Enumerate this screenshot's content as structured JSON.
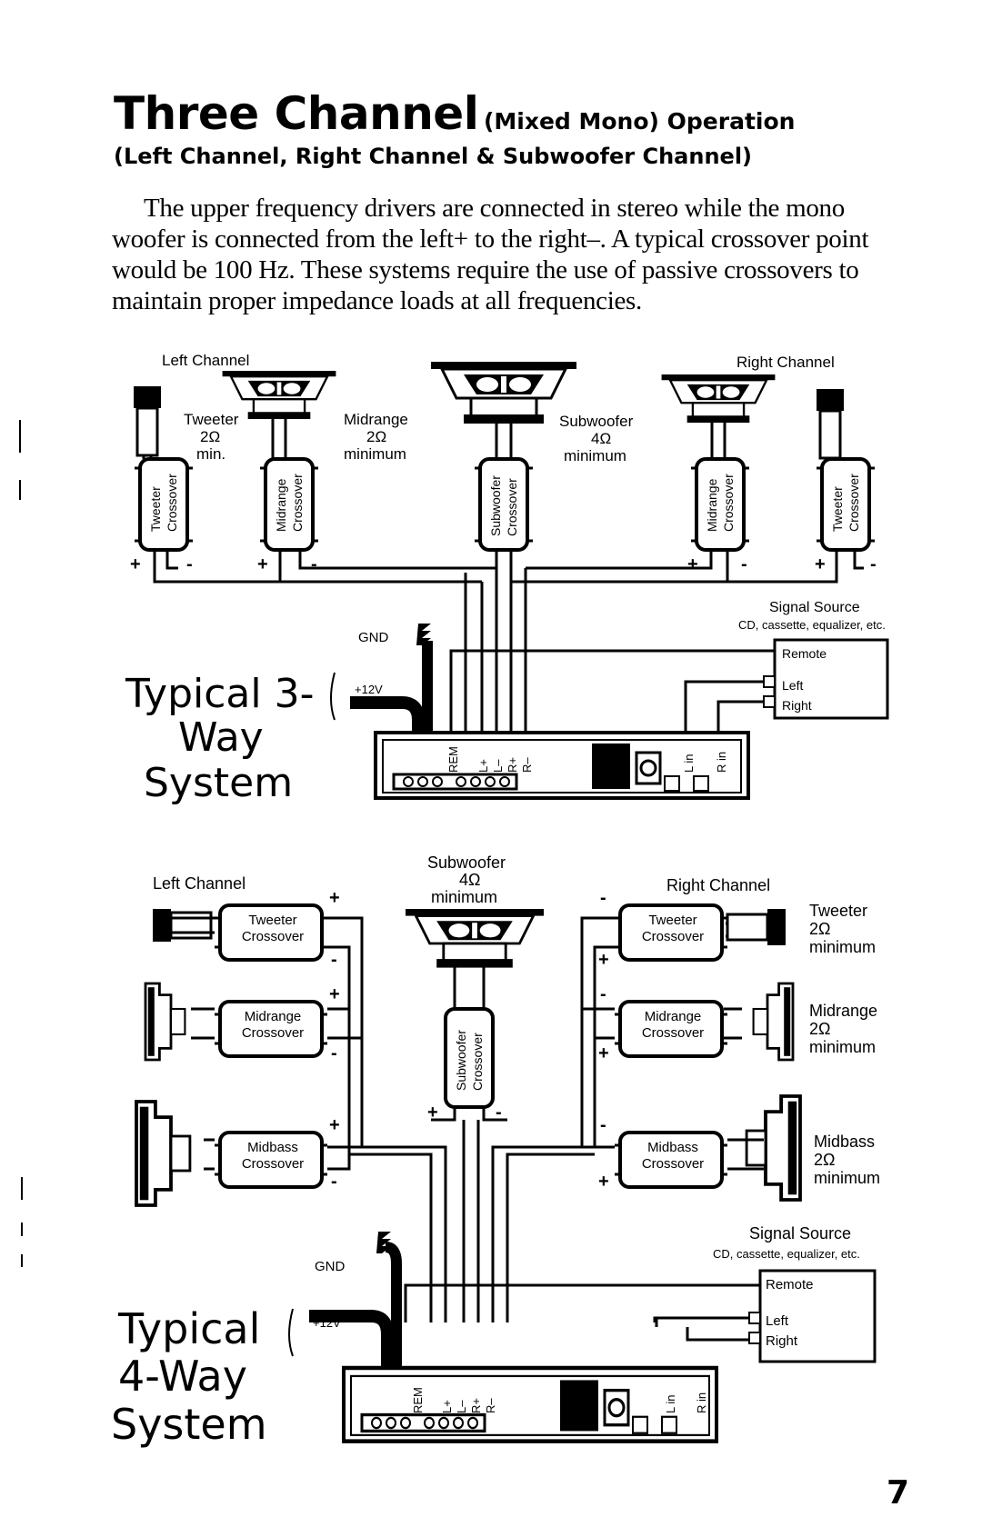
{
  "title": {
    "main": "Three Channel",
    "suffix": "(Mixed Mono) Operation"
  },
  "subtitle": "(Left Channel, Right Channel & Subwoofer Channel)",
  "intro": "The upper frequency drivers are connected in stereo while the mono woofer is connected from the left+ to the right–. A typical crossover point would be 100 Hz. These systems require the use of passive crossovers to maintain proper impedance loads at all frequencies.",
  "diagram1": {
    "left_channel": "Left Channel",
    "right_channel": "Right Channel",
    "tweeter": [
      "Tweeter",
      "2Ω",
      "min."
    ],
    "midrange": [
      "Midrange",
      "2Ω",
      "minimum"
    ],
    "subwoofer": [
      "Subwoofer",
      "4Ω",
      "minimum"
    ],
    "xover_tweeter": [
      "Tweeter",
      "Crossover"
    ],
    "xover_midrange": [
      "Midrange",
      "Crossover"
    ],
    "xover_subwoofer": [
      "Subwoofer",
      "Crossover"
    ],
    "plus": "+",
    "minus": "-",
    "signal_source": "Signal Source",
    "signal_source_sub": "CD, cassette, equalizer, etc.",
    "remote": "Remote",
    "left": "Left",
    "right": "Right",
    "gnd": "GND",
    "v12": "+12V",
    "terminals": [
      "REM",
      "L+",
      "L–",
      "R+",
      "R–"
    ],
    "inputs": [
      "L in",
      "R in"
    ],
    "system_label": [
      "Typical 3-",
      "Way",
      "System"
    ]
  },
  "diagram2": {
    "left_channel": "Left Channel",
    "right_channel": "Right Channel",
    "subwoofer": [
      "Subwoofer",
      "4Ω",
      "minimum"
    ],
    "tweeter_spec": [
      "Tweeter",
      "2Ω",
      "minimum"
    ],
    "midrange_spec": [
      "Midrange",
      "2Ω",
      "minimum"
    ],
    "midbass_spec": [
      "Midbass",
      "2Ω",
      "minimum"
    ],
    "xover_tweeter": [
      "Tweeter",
      "Crossover"
    ],
    "xover_midrange": [
      "Midrange",
      "Crossover"
    ],
    "xover_midbass": [
      "Midbass",
      "Crossover"
    ],
    "xover_subwoofer": [
      "Subwoofer",
      "Crossover"
    ],
    "signal_source": "Signal Source",
    "signal_source_sub": "CD, cassette, equalizer, etc.",
    "remote": "Remote",
    "left": "Left",
    "right": "Right",
    "gnd": "GND",
    "v12": "+12V",
    "system_label": [
      "Typical",
      "4-Way",
      "System"
    ]
  },
  "page_number": "7"
}
